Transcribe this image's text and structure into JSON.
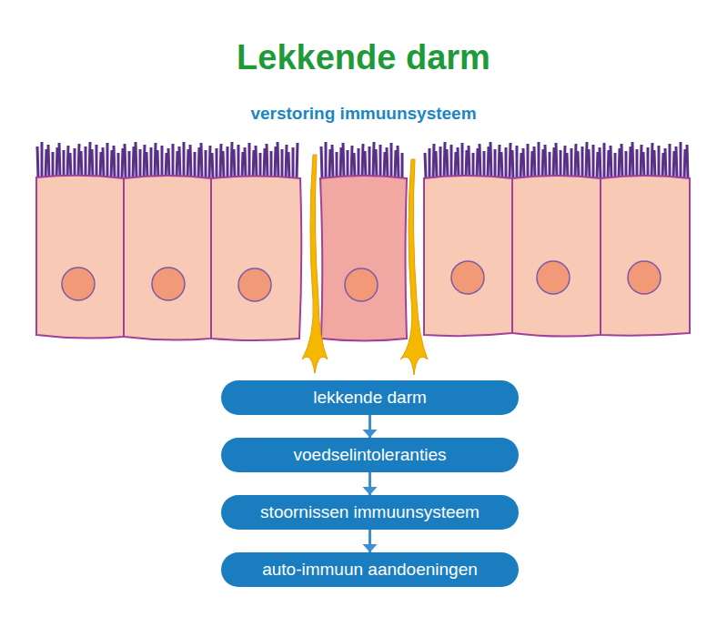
{
  "diagram": {
    "title": "Lekkende darm",
    "nodes": [
      {
        "text": [
          "lekkende darm"
        ]
      },
      {
        "text": [
          "voedselintoleranties"
        ]
      },
      {
        "text": [
          "stoornissen immuunsysteem"
        ]
      },
      {
        "text": [
          "auto-immuun aandoeningen"
        ]
      }
    ],
    "edges": [
      {
        "from": 0,
        "to": 1,
        "arrow": "to"
      },
      {
        "from": 1,
        "to": 2,
        "arrow": "to"
      },
      {
        "from": 2,
        "to": 3,
        "arrow": "to"
      }
    ],
    "labels": [
      "verstoring immuunsysteem"
    ]
  }
}
